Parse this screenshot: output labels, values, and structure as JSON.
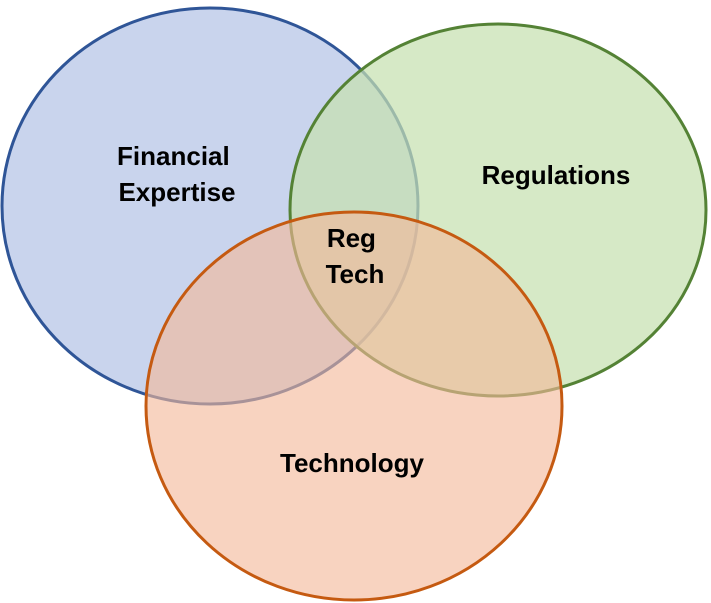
{
  "diagram": {
    "type": "venn",
    "sets": [
      {
        "key": "financial",
        "label_lines": [
          "Financial",
          "Expertise"
        ],
        "fill": "#b4c3e6",
        "stroke": "#2f5597"
      },
      {
        "key": "regulations",
        "label_lines": [
          "Regulations"
        ],
        "fill": "#c6e0b0",
        "stroke": "#548235"
      },
      {
        "key": "technology",
        "label_lines": [
          "Technology"
        ],
        "fill": "#f4b89a",
        "stroke": "#c55a11"
      }
    ],
    "center_label_lines": [
      "Reg",
      "Tech"
    ]
  }
}
